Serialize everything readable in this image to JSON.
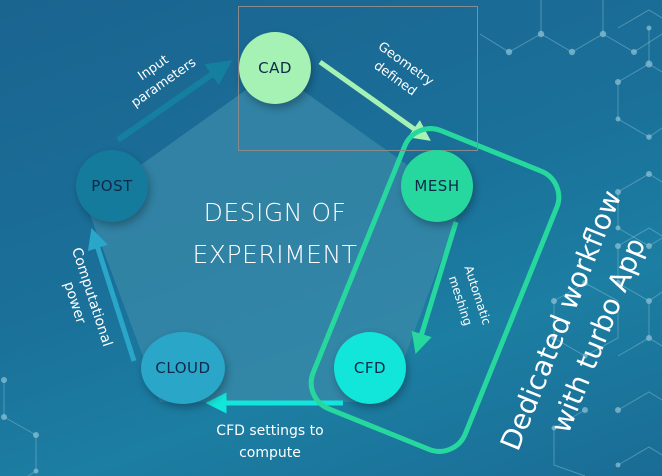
{
  "diagram": {
    "title_line1": "DESIGN OF",
    "title_line2": "EXPERIMENT",
    "nodes": [
      {
        "id": "cad",
        "label": "CAD",
        "color": "#a6f2b4"
      },
      {
        "id": "mesh",
        "label": "MESH",
        "color": "#27d89e"
      },
      {
        "id": "cfd",
        "label": "CFD",
        "color": "#12e5d9"
      },
      {
        "id": "cloud",
        "label": "CLOUD",
        "color": "#2aa6c8"
      },
      {
        "id": "post",
        "label": "POST",
        "color": "#157b9c"
      }
    ],
    "edges": [
      {
        "from": "post",
        "to": "cad",
        "label_line1": "Input",
        "label_line2": "parameters",
        "color": "#157f9f"
      },
      {
        "from": "cad",
        "to": "mesh",
        "label_line1": "Geometry",
        "label_line2": "defined",
        "color": "#a6f2b4"
      },
      {
        "from": "mesh",
        "to": "cfd",
        "label_line1": "Automatic",
        "label_line2": "meshing",
        "color": "#27d89e"
      },
      {
        "from": "cfd",
        "to": "cloud",
        "label_line1": "CFD settings to",
        "label_line2": "compute",
        "color": "#12e5d9"
      },
      {
        "from": "cloud",
        "to": "post",
        "label_line1": "Computational",
        "label_line2": "power",
        "color": "#2aa6c8"
      }
    ],
    "highlight": {
      "label_line1": "Dedicated workflow",
      "label_line2": "with turbo App",
      "color": "#27d89e"
    },
    "colors": {
      "background": "#1a6c95",
      "pentagon": "#3a87a6",
      "hex_network": "#7fb6cc",
      "node_text": "#0e2a48"
    }
  }
}
